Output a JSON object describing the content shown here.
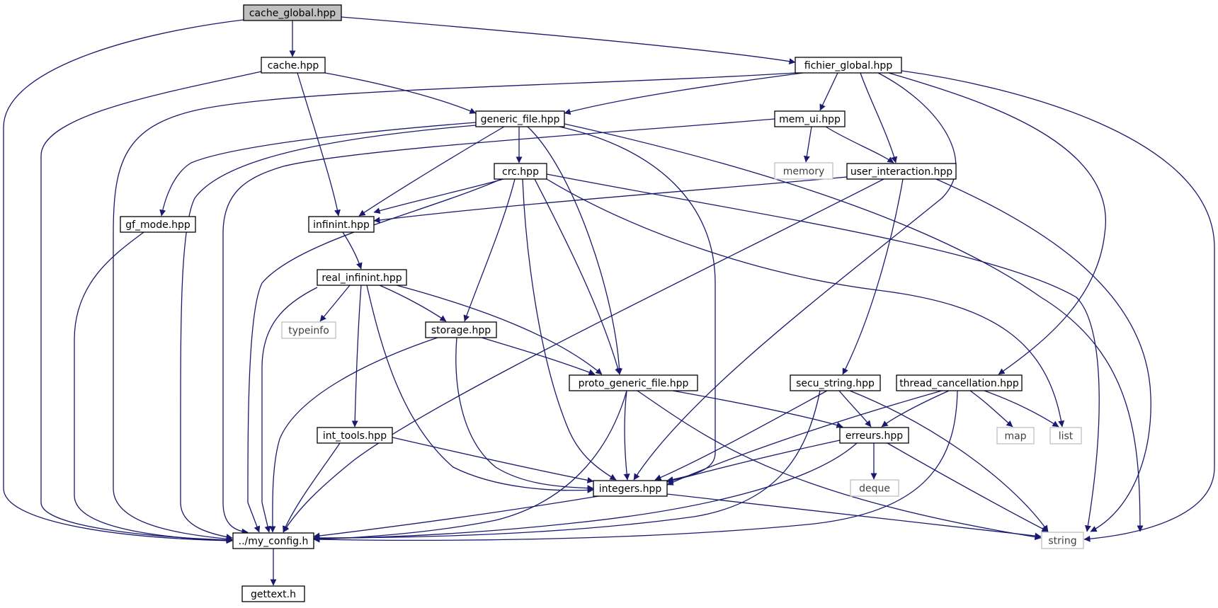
{
  "colors": {
    "edge": "#191970",
    "box_border": "#000000",
    "root_fill": "#bfbfbf",
    "sys_border": "#bfbfbf",
    "sys_text": "#404040"
  },
  "nodes": [
    {
      "id": "cache_global",
      "label": "cache_global.hpp",
      "kind": "root"
    },
    {
      "id": "cache",
      "label": "cache.hpp",
      "kind": "file"
    },
    {
      "id": "fichier_global",
      "label": "fichier_global.hpp",
      "kind": "file"
    },
    {
      "id": "generic_file",
      "label": "generic_file.hpp",
      "kind": "file"
    },
    {
      "id": "mem_ui",
      "label": "mem_ui.hpp",
      "kind": "file"
    },
    {
      "id": "crc",
      "label": "crc.hpp",
      "kind": "file"
    },
    {
      "id": "memory",
      "label": "memory",
      "kind": "system"
    },
    {
      "id": "user_interaction",
      "label": "user_interaction.hpp",
      "kind": "file"
    },
    {
      "id": "gf_mode",
      "label": "gf_mode.hpp",
      "kind": "file"
    },
    {
      "id": "infinint",
      "label": "infinint.hpp",
      "kind": "file"
    },
    {
      "id": "real_infinint",
      "label": "real_infinint.hpp",
      "kind": "file"
    },
    {
      "id": "typeinfo",
      "label": "typeinfo",
      "kind": "system"
    },
    {
      "id": "storage",
      "label": "storage.hpp",
      "kind": "file"
    },
    {
      "id": "proto_generic_file",
      "label": "proto_generic_file.hpp",
      "kind": "file"
    },
    {
      "id": "secu_string",
      "label": "secu_string.hpp",
      "kind": "file"
    },
    {
      "id": "thread_cancellation",
      "label": "thread_cancellation.hpp",
      "kind": "file"
    },
    {
      "id": "int_tools",
      "label": "int_tools.hpp",
      "kind": "file"
    },
    {
      "id": "erreurs",
      "label": "erreurs.hpp",
      "kind": "file"
    },
    {
      "id": "map",
      "label": "map",
      "kind": "system"
    },
    {
      "id": "list",
      "label": "list",
      "kind": "system"
    },
    {
      "id": "integers",
      "label": "integers.hpp",
      "kind": "file"
    },
    {
      "id": "deque",
      "label": "deque",
      "kind": "system"
    },
    {
      "id": "my_config",
      "label": "../my_config.h",
      "kind": "file"
    },
    {
      "id": "string",
      "label": "string",
      "kind": "system"
    },
    {
      "id": "gettext",
      "label": "gettext.h",
      "kind": "file"
    }
  ],
  "edges": [
    {
      "from": "cache_global",
      "to": "cache"
    },
    {
      "from": "cache_global",
      "to": "fichier_global"
    },
    {
      "from": "cache_global",
      "to": "my_config"
    },
    {
      "from": "cache",
      "to": "generic_file"
    },
    {
      "from": "cache",
      "to": "infinint"
    },
    {
      "from": "cache",
      "to": "my_config"
    },
    {
      "from": "fichier_global",
      "to": "generic_file"
    },
    {
      "from": "fichier_global",
      "to": "mem_ui"
    },
    {
      "from": "fichier_global",
      "to": "user_interaction"
    },
    {
      "from": "fichier_global",
      "to": "integers"
    },
    {
      "from": "fichier_global",
      "to": "thread_cancellation"
    },
    {
      "from": "fichier_global",
      "to": "string"
    },
    {
      "from": "fichier_global",
      "to": "my_config"
    },
    {
      "from": "generic_file",
      "to": "crc"
    },
    {
      "from": "generic_file",
      "to": "gf_mode"
    },
    {
      "from": "generic_file",
      "to": "infinint"
    },
    {
      "from": "generic_file",
      "to": "proto_generic_file"
    },
    {
      "from": "generic_file",
      "to": "integers"
    },
    {
      "from": "generic_file",
      "to": "string"
    },
    {
      "from": "generic_file",
      "to": "my_config"
    },
    {
      "from": "mem_ui",
      "to": "memory"
    },
    {
      "from": "mem_ui",
      "to": "user_interaction"
    },
    {
      "from": "mem_ui",
      "to": "my_config"
    },
    {
      "from": "crc",
      "to": "infinint"
    },
    {
      "from": "crc",
      "to": "storage"
    },
    {
      "from": "crc",
      "to": "proto_generic_file"
    },
    {
      "from": "crc",
      "to": "integers"
    },
    {
      "from": "crc",
      "to": "list"
    },
    {
      "from": "crc",
      "to": "string"
    },
    {
      "from": "crc",
      "to": "my_config"
    },
    {
      "from": "user_interaction",
      "to": "infinint"
    },
    {
      "from": "user_interaction",
      "to": "secu_string"
    },
    {
      "from": "user_interaction",
      "to": "string"
    },
    {
      "from": "user_interaction",
      "to": "my_config"
    },
    {
      "from": "gf_mode",
      "to": "my_config"
    },
    {
      "from": "infinint",
      "to": "real_infinint"
    },
    {
      "from": "real_infinint",
      "to": "typeinfo"
    },
    {
      "from": "real_infinint",
      "to": "storage"
    },
    {
      "from": "real_infinint",
      "to": "proto_generic_file"
    },
    {
      "from": "real_infinint",
      "to": "int_tools"
    },
    {
      "from": "real_infinint",
      "to": "integers"
    },
    {
      "from": "real_infinint",
      "to": "my_config"
    },
    {
      "from": "storage",
      "to": "proto_generic_file"
    },
    {
      "from": "storage",
      "to": "integers"
    },
    {
      "from": "storage",
      "to": "my_config"
    },
    {
      "from": "proto_generic_file",
      "to": "erreurs"
    },
    {
      "from": "proto_generic_file",
      "to": "integers"
    },
    {
      "from": "proto_generic_file",
      "to": "string"
    },
    {
      "from": "proto_generic_file",
      "to": "my_config"
    },
    {
      "from": "secu_string",
      "to": "erreurs"
    },
    {
      "from": "secu_string",
      "to": "integers"
    },
    {
      "from": "secu_string",
      "to": "string"
    },
    {
      "from": "secu_string",
      "to": "my_config"
    },
    {
      "from": "thread_cancellation",
      "to": "erreurs"
    },
    {
      "from": "thread_cancellation",
      "to": "integers"
    },
    {
      "from": "thread_cancellation",
      "to": "map"
    },
    {
      "from": "thread_cancellation",
      "to": "list"
    },
    {
      "from": "thread_cancellation",
      "to": "my_config"
    },
    {
      "from": "int_tools",
      "to": "integers"
    },
    {
      "from": "int_tools",
      "to": "my_config"
    },
    {
      "from": "erreurs",
      "to": "integers"
    },
    {
      "from": "erreurs",
      "to": "deque"
    },
    {
      "from": "erreurs",
      "to": "string"
    },
    {
      "from": "erreurs",
      "to": "my_config"
    },
    {
      "from": "integers",
      "to": "my_config"
    },
    {
      "from": "integers",
      "to": "string"
    },
    {
      "from": "my_config",
      "to": "gettext"
    }
  ]
}
